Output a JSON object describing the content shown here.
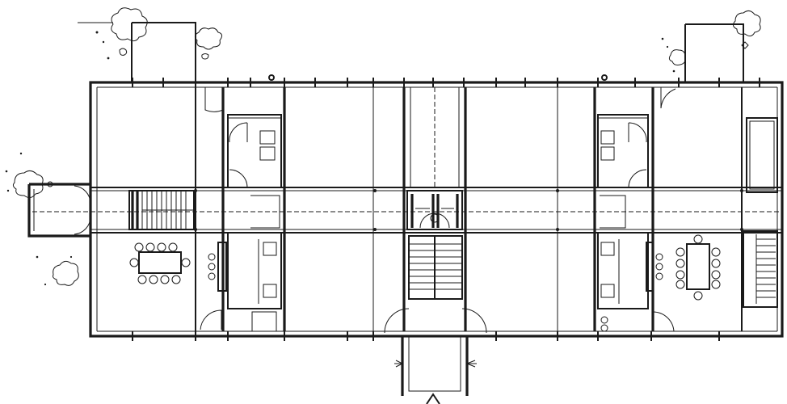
{
  "drawing": {
    "type": "architectural-floor-plan",
    "ink_color": "#1a1a1a",
    "paper_color": "#ffffff",
    "units": [
      {
        "id": "left-unit",
        "features": [
          "stair",
          "kitchen",
          "bath",
          "dining-table"
        ]
      },
      {
        "id": "right-unit",
        "features": [
          "stair",
          "kitchen",
          "bath",
          "dining-table"
        ]
      }
    ],
    "shared": [
      "central-stair",
      "entrance-bridge",
      "entry-arrow"
    ],
    "trees": 6
  }
}
